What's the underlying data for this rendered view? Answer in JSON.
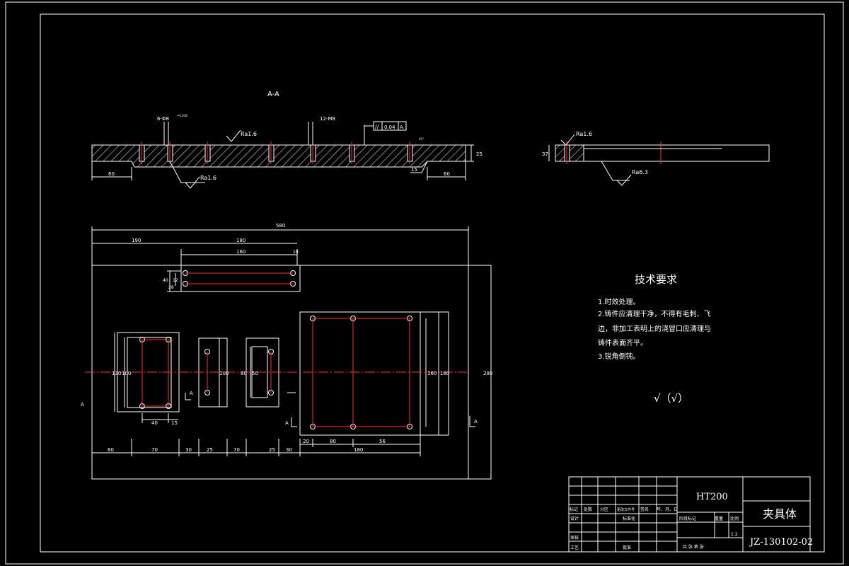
{
  "section": {
    "label": "A-A"
  },
  "dims": {
    "hole_label": "6-Φ8",
    "tol_small": "+0.018",
    "slot_label": "12-M8",
    "flatness_symbol": "//",
    "flatness_value": "0.04",
    "datum": "A",
    "roughness_1": "Ra1.6",
    "roughness_2": "Ra1.6",
    "roughness_3": "Ra1.6",
    "roughness_4": "Ra6.3",
    "left_end": "60",
    "right_end": "60",
    "thickness": "25",
    "side_thickness": "37",
    "chamfer": "15",
    "angle": "45°",
    "overall_length": "580",
    "top_190": "190",
    "top_180": "180",
    "top_160": "160",
    "top_10": "10",
    "small_40": "40",
    "small_28": "28",
    "small_12": "12",
    "left_h1": "130",
    "left_h2": "100",
    "left_40": "40",
    "left_15": "15",
    "mid_h": "100",
    "mid2_h1": "80",
    "mid2_h2": "50",
    "right_h1": "180",
    "right_h2": "160",
    "overall_height": "280",
    "b_60": "60",
    "b_70a": "70",
    "b_30a": "30",
    "b_25a": "25",
    "b_70b": "70",
    "b_25b": "25",
    "b_30b": "30",
    "b_20": "20",
    "b_80": "80",
    "b_56": "56",
    "b_180": "180",
    "sect_mark_a1": "A",
    "sect_mark_a2": "A",
    "sect_mark_a3": "A",
    "sect_mark_a4": "A"
  },
  "tech": {
    "title": "技术要求",
    "lines": [
      "1.时效处理。",
      "2.铸件应清理干净，不得有毛刺、飞",
      "边，非加工表明上的浇冒口应清理与",
      "铸件表面齐平。",
      "3.锐角倒钝。"
    ],
    "roughness_symbol": "√（√）"
  },
  "title_block": {
    "material": "HT200",
    "part_name": "夹具体",
    "drawing_no": "JZ-130102-02",
    "scale": "1:2",
    "row_labels": [
      "标记",
      "处数",
      "分区",
      "更改文件号",
      "签名",
      "年、月、日"
    ],
    "design": "设计",
    "standardize": "标准化",
    "review": "审核",
    "process": "工艺",
    "approve": "批准",
    "stage_mark": "阶段标记",
    "weight": "重量",
    "ratio": "比例",
    "sheets": "共  张  第  张"
  },
  "colors": {
    "line": "#ffffff",
    "center": "#ff2a2a",
    "background": "#000000"
  }
}
